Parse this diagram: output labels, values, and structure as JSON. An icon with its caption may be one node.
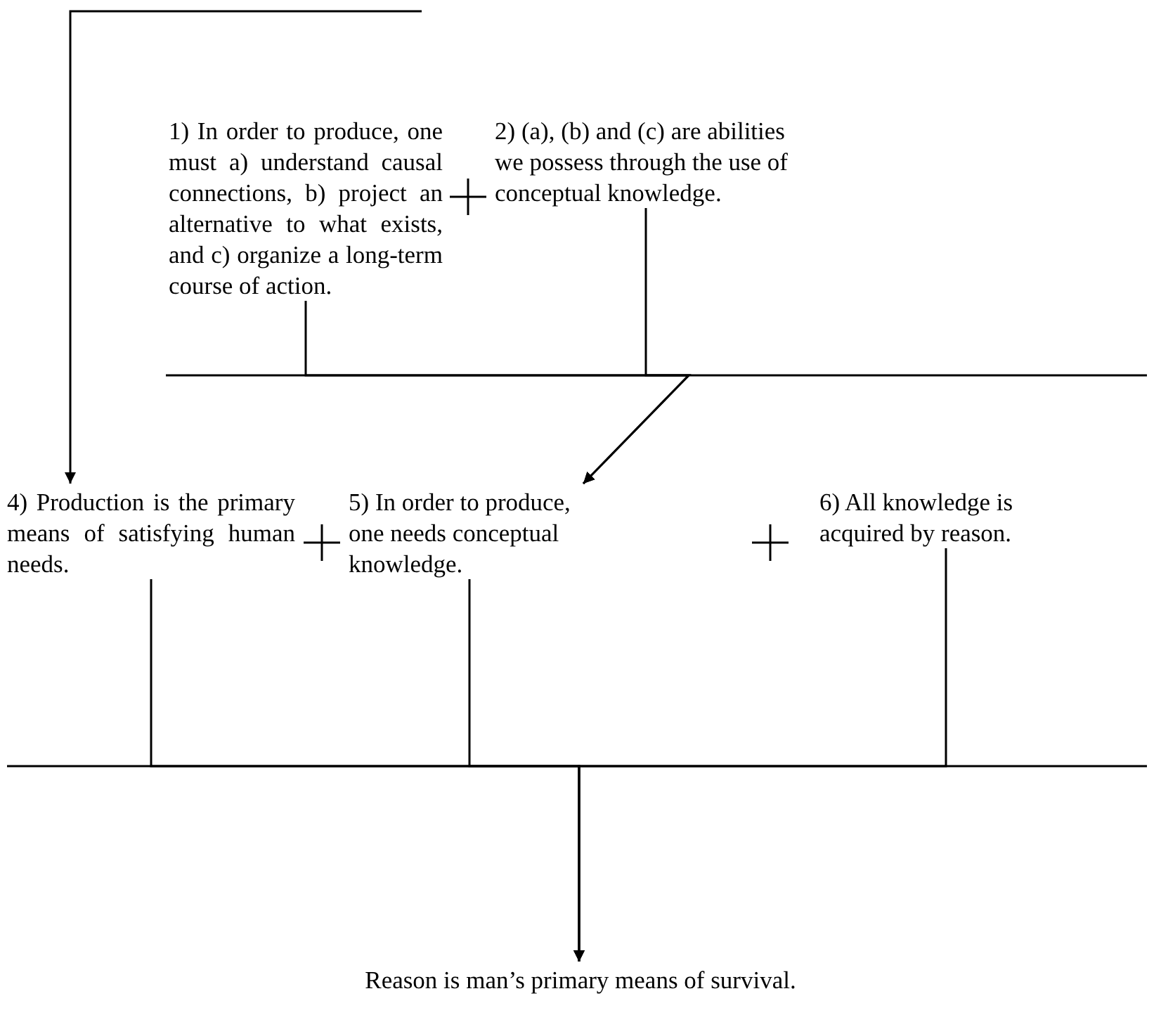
{
  "diagram": {
    "nodes": [
      {
        "text": [
          "1) In order to produce, one must a) understand causal connections, b) project an alternative to what exists, and c) organize a long-term course of action."
        ]
      },
      {
        "text": [
          "2) (a), (b) and (c) are abilities we possess through the use of conceptual knowledge."
        ]
      },
      {
        "text": [
          "4) Production is the primary means of satisfying human needs."
        ]
      },
      {
        "text": [
          "5) In order to produce, one needs conceptual knowledge."
        ]
      },
      {
        "text": [
          "6) All knowledge is acquired by reason."
        ]
      },
      {
        "text": [
          "Reason is man’s primary means of survival."
        ]
      }
    ],
    "edges": [
      {
        "from": null,
        "to": 2,
        "arrow": "to"
      },
      {
        "from": 0,
        "to": 3,
        "arrow": "to"
      },
      {
        "from": 1,
        "to": 3,
        "arrow": "to"
      },
      {
        "from": 2,
        "to": 5,
        "arrow": "to"
      },
      {
        "from": 3,
        "to": 5,
        "arrow": "to"
      },
      {
        "from": 4,
        "to": 5,
        "arrow": "to"
      }
    ]
  }
}
